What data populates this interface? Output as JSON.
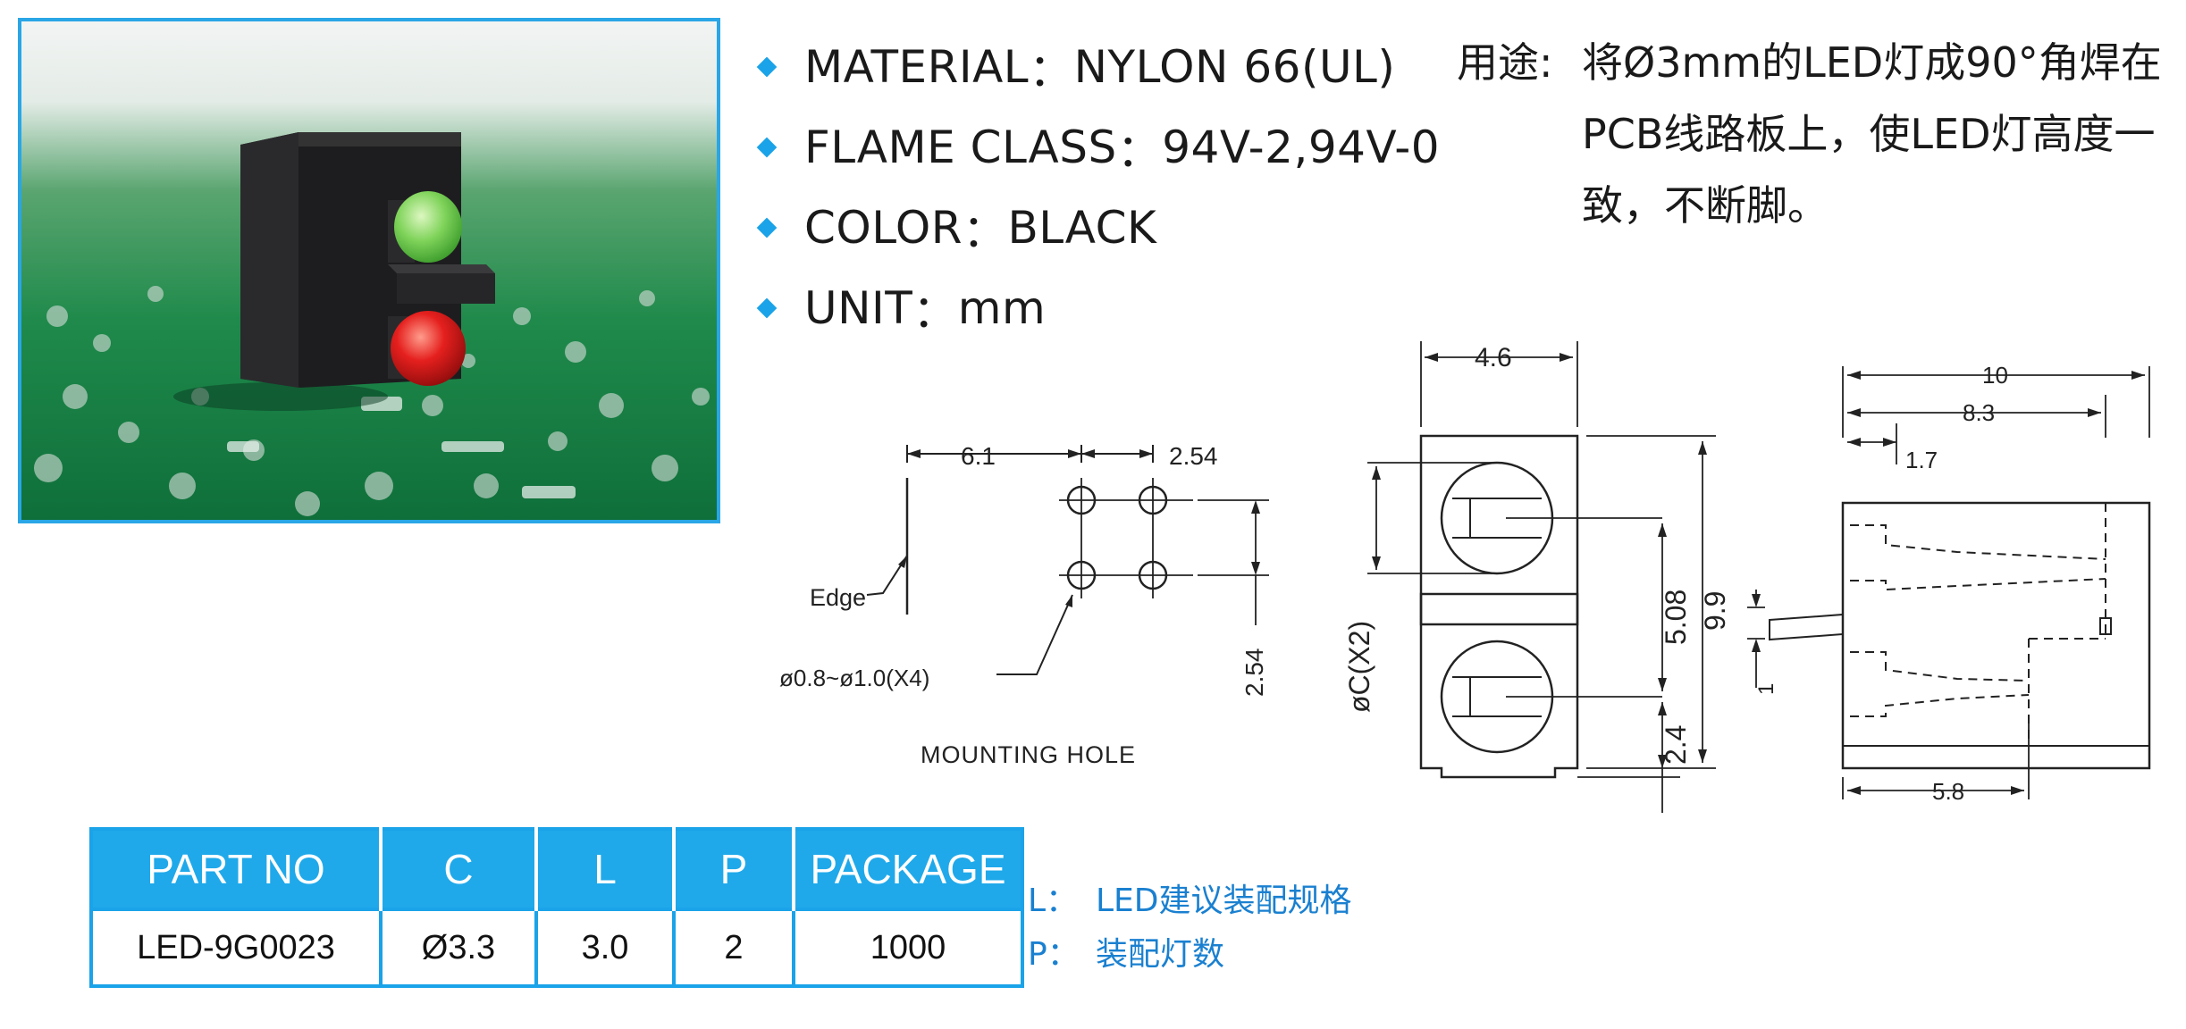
{
  "specs": [
    {
      "key": "MATERIAL",
      "sep": "：",
      "value": "NYLON 66(UL)"
    },
    {
      "key": "FLAME CLASS",
      "sep": "：",
      "value": "94V-2,94V-0"
    },
    {
      "key": "COLOR",
      "sep": "：",
      "value": "BLACK"
    },
    {
      "key": "UNIT",
      "sep": "：",
      "value": "mm"
    }
  ],
  "usage": {
    "label": "用途:",
    "lines": [
      "将Ø3mm的LED灯成90°角焊在",
      "PCB线路板上，使LED灯高度一",
      "致，不断脚。"
    ]
  },
  "drawing": {
    "mounting": {
      "dim_6_1": "6.1",
      "dim_2_54_h": "2.54",
      "dim_2_54_v": "2.54",
      "edge": "Edge",
      "hole_note": "ø0.8~ø1.0(X4)",
      "title": "MOUNTING  HOLE"
    },
    "front": {
      "dim_width": "4.6",
      "dim_height": "9.9",
      "dim_pitch": "5.08",
      "dim_base": "2.4",
      "dim_diameter": "øC(X2)"
    },
    "side": {
      "dim_10": "10",
      "dim_8_3": "8.3",
      "dim_1_7": "1.7",
      "dim_5_8": "5.8",
      "dim_1": "1"
    }
  },
  "table": {
    "headers": [
      "PART NO",
      "C",
      "L",
      "P",
      "PACKAGE"
    ],
    "rows": [
      [
        "LED-9G0023",
        "Ø3.3",
        "3.0",
        "2",
        "1000"
      ]
    ]
  },
  "legend": [
    {
      "key": "L：",
      "value": "LED建议装配规格"
    },
    {
      "key": "P：",
      "value": "装配灯数"
    }
  ],
  "colors": {
    "accent": "#1fa9ea",
    "legend_text": "#1a80d0",
    "led_green": "#7fd35a",
    "led_red": "#e5201e"
  }
}
